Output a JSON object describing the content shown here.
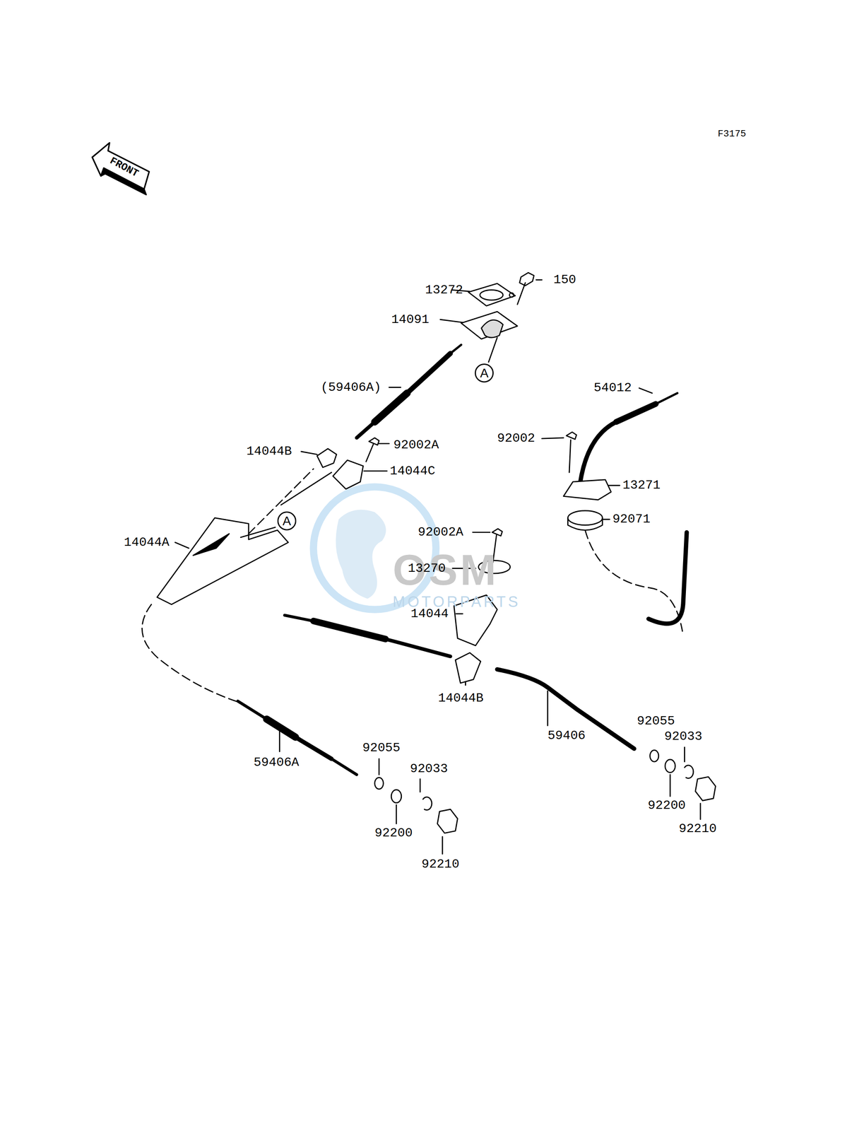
{
  "diagram": {
    "nodes": [
      {
        "text": [
          "A"
        ]
      },
      {
        "text": [
          "A"
        ]
      }
    ],
    "edges": [],
    "labels": [
      "F3175",
      "FRONT",
      "150",
      "13272",
      "14091",
      "(59406A)",
      "54012",
      "92002",
      "14044B",
      "92002A",
      "14044C",
      "13271",
      "92071",
      "14044A",
      "92002A",
      "13270",
      "14044",
      "14044B",
      "92055",
      "92033",
      "59406",
      "92055",
      "92033",
      "59406A",
      "92200",
      "92210",
      "92200",
      "92210",
      "OSM",
      "MOTORPARTS"
    ]
  }
}
